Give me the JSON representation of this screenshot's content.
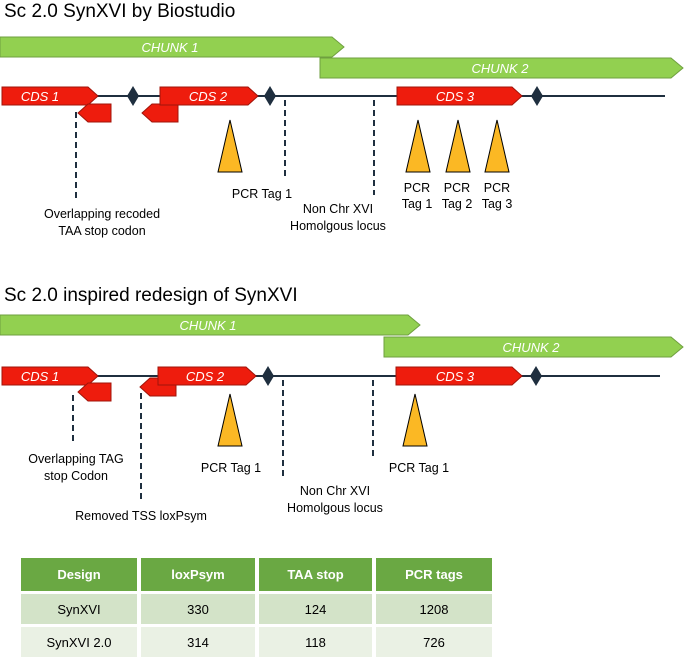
{
  "panel1": {
    "title": "Sc 2.0 SynXVI by Biostudio",
    "chunk1": "CHUNK 1",
    "chunk2": "CHUNK 2",
    "cds1": "CDS 1",
    "cds2": "CDS 2",
    "cds3": "CDS 3",
    "overlap_label": [
      "Overlapping recoded",
      "TAA stop codon"
    ],
    "pcr_tag_label": "PCR Tag 1",
    "non_chr_label": [
      "Non Chr XVI",
      "Homolgous locus"
    ],
    "pcr_tags": [
      [
        "PCR",
        "Tag 1"
      ],
      [
        "PCR",
        "Tag 2"
      ],
      [
        "PCR",
        "Tag 3"
      ]
    ]
  },
  "panel2": {
    "title": "Sc 2.0 inspired redesign of SynXVI",
    "chunk1": "CHUNK 1",
    "chunk2": "CHUNK 2",
    "cds1": "CDS 1",
    "cds2": "CDS 2",
    "cds3": "CDS 3",
    "overlap_label": [
      "Overlapping TAG",
      "stop Codon"
    ],
    "removed_tss_label": "Removed TSS loxPsym",
    "pcr_tag_left": "PCR Tag 1",
    "non_chr_label": [
      "Non Chr XVI",
      "Homolgous locus"
    ],
    "pcr_tag_right": "PCR Tag 1"
  },
  "table": {
    "headers": [
      "Design",
      "loxPsym",
      "TAA stop",
      "PCR tags"
    ],
    "rows": [
      [
        "SynXVI",
        "330",
        "124",
        "1208"
      ],
      [
        "SynXVI 2.0",
        "314",
        "118",
        "726"
      ]
    ]
  },
  "colors": {
    "chunk_fill": "#92d050",
    "chunk_stroke": "#6f9f3f",
    "cds_fill": "#ee1c0d",
    "cds_stroke": "#a0140a",
    "tag_fill": "#fbb824",
    "tag_stroke": "#000000",
    "marker": "#1f2f3f",
    "header_green": "#6aa843"
  }
}
